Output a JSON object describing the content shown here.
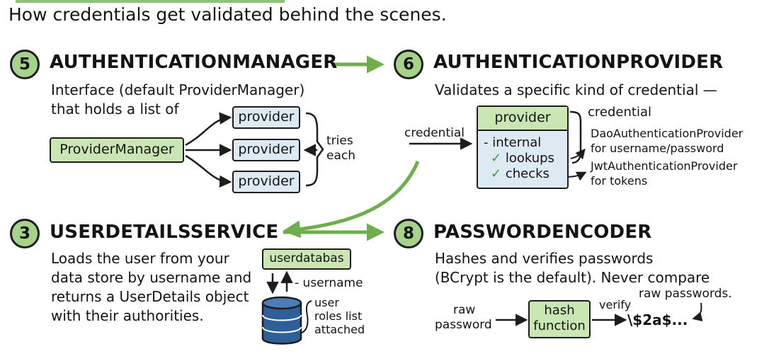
{
  "intro": "How credentials get validated behind the scenes.",
  "sections": {
    "auth_manager": {
      "number": "5",
      "title": "AUTHENTICATIONMANAGER",
      "desc_lines": [
        "Interface (default ProviderManager)",
        "that holds a list of"
      ],
      "manager_box": "ProviderManager",
      "providers": [
        "provider",
        "provider",
        "provider"
      ],
      "tries_each": [
        "tries",
        "each"
      ]
    },
    "auth_provider": {
      "number": "6",
      "title": "AUTHENTICATIONPROVIDER",
      "desc": "Validates a specific kind of credential —",
      "credential_in": "credential",
      "provider_box": {
        "title": "provider",
        "internal": "- internal",
        "lookups": "lookups",
        "checks": "checks",
        "check_mark": "✓"
      },
      "credential_label": "credential",
      "examples": [
        {
          "name": "DaoAuthenticationProvider",
          "for": "for username/password"
        },
        {
          "name": "JwtAuthenticationProvider",
          "for": "for tokens"
        }
      ]
    },
    "user_details": {
      "number": "3",
      "title": "USERDETAILSSERVICE",
      "desc_lines": [
        "Loads the user from your",
        "data store by username and",
        "returns a UserDetails object",
        "with their authorities."
      ],
      "db_box": "userdatabas",
      "username_label": "- username",
      "user_roles": [
        "user",
        "roles list",
        "attached"
      ]
    },
    "password_encoder": {
      "number": "8",
      "title": "PASSWORDENCODER",
      "desc_lines": [
        "Hashes and verifies passwords",
        "(BCrypt is the default). Never compare"
      ],
      "raw_passwords_note": "raw passwords.",
      "raw_password": [
        "raw",
        "password"
      ],
      "hash_box": [
        "hash",
        "function"
      ],
      "verify": "verify",
      "hash_output": "\\$2a$..."
    }
  },
  "colors": {
    "accent_green": "#a6d389",
    "box_green": "#c9e6b3",
    "box_blue": "#dde9f3",
    "arrow_green": "#6fae4c",
    "ink": "#1d1d1d",
    "check_green": "#3c9a3c",
    "db_blue": "#2f5f99"
  }
}
